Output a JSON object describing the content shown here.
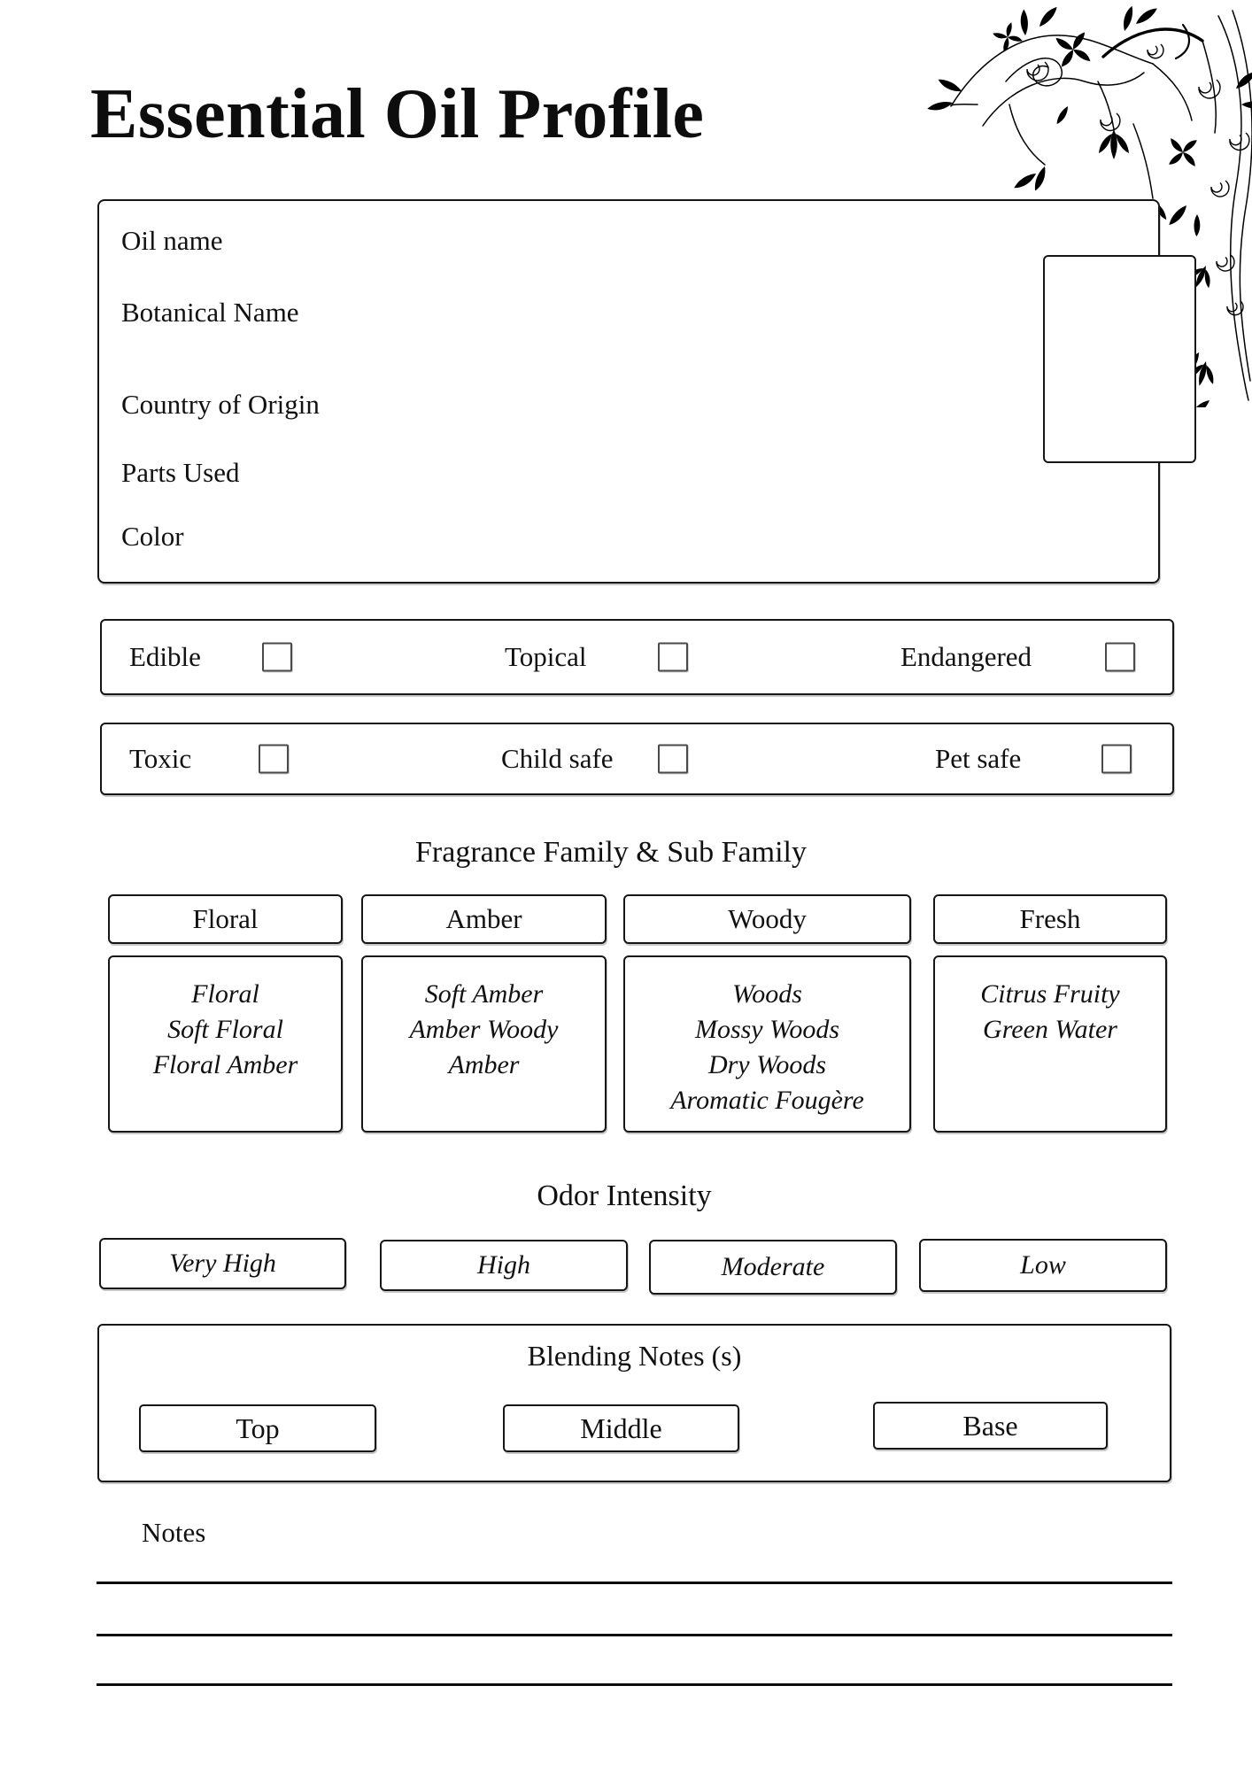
{
  "page": {
    "title": "Essential Oil Profile"
  },
  "profile_box": {
    "fields": [
      "Oil name",
      "Botanical Name",
      "Country of Origin",
      "Parts Used",
      "Color"
    ]
  },
  "checkbox_rows": [
    {
      "items": [
        {
          "label": "Edible"
        },
        {
          "label": "Topical"
        },
        {
          "label": "Endangered"
        }
      ]
    },
    {
      "items": [
        {
          "label": "Toxic"
        },
        {
          "label": "Child safe"
        },
        {
          "label": "Pet safe"
        }
      ]
    }
  ],
  "fragrance": {
    "heading": "Fragrance Family & Sub Family",
    "families": [
      {
        "name": "Floral",
        "subs": [
          "Floral",
          "Soft Floral",
          "Floral Amber"
        ]
      },
      {
        "name": "Amber",
        "subs": [
          "Soft Amber",
          "Amber Woody",
          "Amber"
        ]
      },
      {
        "name": "Woody",
        "subs": [
          "Woods",
          "Mossy Woods",
          "Dry Woods",
          "Aromatic Fougère"
        ]
      },
      {
        "name": "Fresh",
        "subs": [
          "Citrus Fruity",
          "Green Water"
        ]
      }
    ]
  },
  "odor_intensity": {
    "heading": "Odor Intensity",
    "levels": [
      "Very High",
      "High",
      "Moderate",
      "Low"
    ]
  },
  "blending": {
    "heading": "Blending Notes (s)",
    "notes": [
      "Top",
      "Middle",
      "Base"
    ]
  },
  "notes": {
    "label": "Notes",
    "line_count": 3
  },
  "colors": {
    "ink": "#111111",
    "box_border": "#161616",
    "checkbox_border": "#4a4a4a",
    "page_bg": "#ffffff"
  }
}
